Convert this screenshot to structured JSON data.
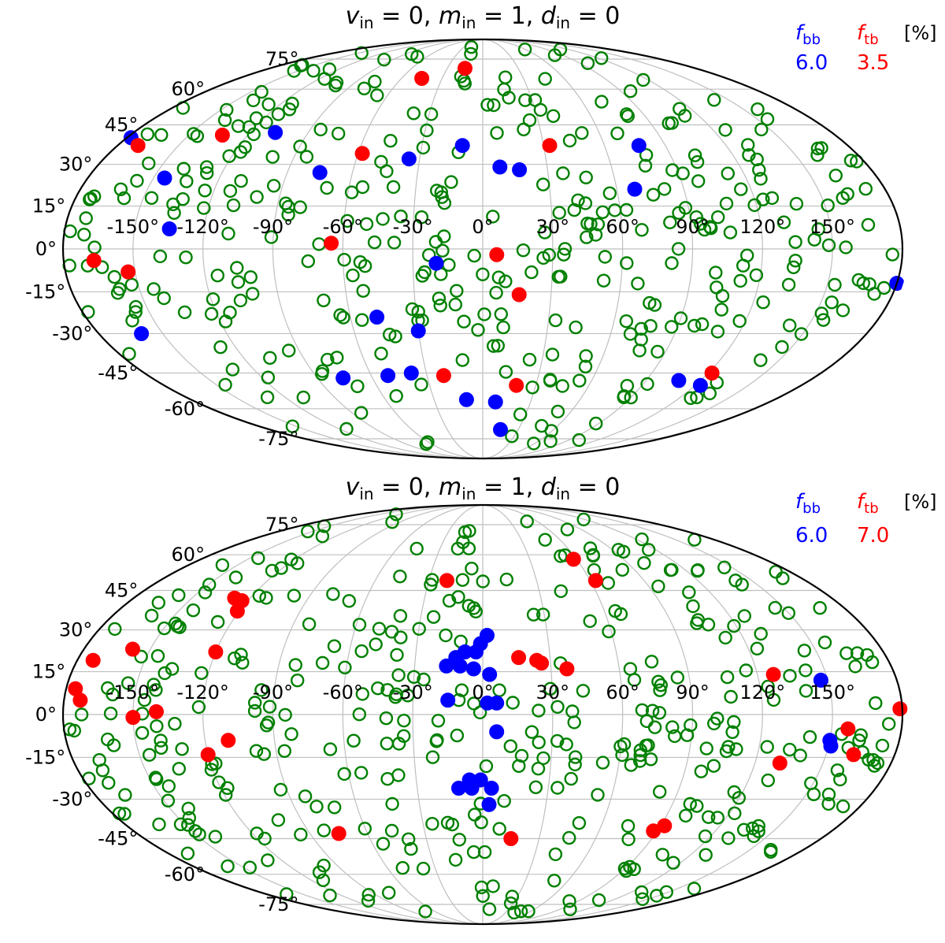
{
  "chart_data": [
    {
      "type": "scatter",
      "projection": "mollweide",
      "title": "v_in = 0, m_in = 1, d_in = 0",
      "title_parts": {
        "v": "v",
        "m": "m",
        "d": "d",
        "sub": "in",
        "v_val": " = 0, ",
        "m_val": " = 1, ",
        "d_val": " = 0"
      },
      "xlabel": "",
      "ylabel": "",
      "lon_ticks": [
        "-150°",
        "-120°",
        "-90°",
        "-60°",
        "-30°",
        "0°",
        "30°",
        "60°",
        "90°",
        "120°",
        "150°"
      ],
      "lat_ticks": [
        "75°",
        "60°",
        "45°",
        "30°",
        "15°",
        "0°",
        "-15°",
        "-30°",
        "-45°",
        "-60°",
        "-75°"
      ],
      "lon_tick_values": [
        -150,
        -120,
        -90,
        -60,
        -30,
        0,
        30,
        60,
        90,
        120,
        150
      ],
      "lat_tick_values": [
        75,
        60,
        45,
        30,
        15,
        0,
        -15,
        -30,
        -45,
        -60,
        -75
      ],
      "xlim": [
        -180,
        180
      ],
      "ylim": [
        -90,
        90
      ],
      "grid": true,
      "legend": {
        "labels": {
          "fbb_sym": "f",
          "fbb_sub": "bb",
          "ftb_sym": "f",
          "ftb_sub": "tb",
          "unit": "[%]"
        },
        "fbb_value": "6.0",
        "ftb_value": "3.5",
        "placement": "top-right"
      },
      "colors": {
        "bb": "#0000ff",
        "tb": "#ff0000",
        "other": "#008000",
        "grid": "#bfbfbf"
      },
      "series": [
        {
          "name": "bb",
          "marker": "filled",
          "points": [
            [
              -178,
              40
            ],
            [
              -145,
              25
            ],
            [
              -135,
              7
            ],
            [
              -160,
              -30
            ],
            [
              -107,
              42
            ],
            [
              -75,
              27
            ],
            [
              -35,
              32
            ],
            [
              -10,
              37
            ],
            [
              8,
              29
            ],
            [
              17,
              28
            ],
            [
              77,
              37
            ],
            [
              68,
              21
            ],
            [
              180,
              -12
            ],
            [
              -20,
              -5
            ],
            [
              -48,
              -24
            ],
            [
              -30,
              -29
            ],
            [
              -76,
              -47
            ],
            [
              -51,
              -46
            ],
            [
              -38,
              -45
            ],
            [
              -10,
              -56
            ],
            [
              8,
              -57
            ],
            [
              15,
              -70
            ],
            [
              108,
              -48
            ],
            [
              123,
              -50
            ]
          ]
        },
        {
          "name": "tb",
          "marker": "filled",
          "points": [
            [
              -170,
              37
            ],
            [
              -133,
              41
            ],
            [
              -45,
              65
            ],
            [
              -58,
              34
            ],
            [
              33,
              37
            ],
            [
              -15,
              70
            ],
            [
              -65,
              2
            ],
            [
              -167,
              -4
            ],
            [
              -153,
              -8
            ],
            [
              6,
              -2
            ],
            [
              16,
              -16
            ],
            [
              -21,
              -46
            ],
            [
              19,
              -50
            ],
            [
              122,
              -45
            ]
          ]
        },
        {
          "name": "other",
          "marker": "open",
          "count": 380
        }
      ]
    },
    {
      "type": "scatter",
      "projection": "mollweide",
      "title": "v_in = 0, m_in = 1, d_in = 0",
      "title_parts": {
        "v": "v",
        "m": "m",
        "d": "d",
        "sub": "in",
        "v_val": " = 0, ",
        "m_val": " = 1, ",
        "d_val": " = 0"
      },
      "xlabel": "",
      "ylabel": "",
      "lon_ticks": [
        "-150°",
        "-120°",
        "-90°",
        "-60°",
        "-30°",
        "0°",
        "30°",
        "60°",
        "90°",
        "120°",
        "150°"
      ],
      "lat_ticks": [
        "75°",
        "60°",
        "45°",
        "30°",
        "15°",
        "0°",
        "-15°",
        "-30°",
        "-45°",
        "-60°",
        "-75°"
      ],
      "lon_tick_values": [
        -150,
        -120,
        -90,
        -60,
        -30,
        0,
        30,
        60,
        90,
        120,
        150
      ],
      "lat_tick_values": [
        75,
        60,
        45,
        30,
        15,
        0,
        -15,
        -30,
        -45,
        -60,
        -75
      ],
      "xlim": [
        -180,
        180
      ],
      "ylim": [
        -90,
        90
      ],
      "grid": true,
      "legend": {
        "labels": {
          "fbb_sym": "f",
          "fbb_sub": "bb",
          "ftb_sym": "f",
          "ftb_sub": "tb",
          "unit": "[%]"
        },
        "fbb_value": "6.0",
        "ftb_value": "7.0",
        "placement": "top-right"
      },
      "colors": {
        "bb": "#0000ff",
        "tb": "#ff0000",
        "other": "#008000",
        "grid": "#bfbfbf"
      },
      "series": [
        {
          "name": "bb",
          "marker": "filled",
          "points": [
            [
              2,
              28
            ],
            [
              -12,
              20
            ],
            [
              -8,
              22
            ],
            [
              -3,
              22
            ],
            [
              -1,
              25
            ],
            [
              -10,
              17
            ],
            [
              -16,
              17
            ],
            [
              -4,
              16
            ],
            [
              3,
              14
            ],
            [
              -15,
              5
            ],
            [
              2,
              4
            ],
            [
              6,
              4
            ],
            [
              6,
              -6
            ],
            [
              -6,
              -23
            ],
            [
              -1,
              -23
            ],
            [
              -5,
              -26
            ],
            [
              -11,
              -26
            ],
            [
              4,
              -26
            ],
            [
              3,
              -32
            ],
            [
              147,
              12
            ],
            [
              150,
              -9
            ],
            [
              151,
              -11
            ]
          ]
        },
        {
          "name": "tb",
          "marker": "filled",
          "points": [
            [
              -128,
              42
            ],
            [
              -123,
              41
            ],
            [
              -121,
              37
            ],
            [
              -173,
              19
            ],
            [
              -158,
              23
            ],
            [
              -120,
              22
            ],
            [
              -176,
              9
            ],
            [
              -173,
              5
            ],
            [
              -140,
              1
            ],
            [
              -150,
              -1
            ],
            [
              -110,
              -9
            ],
            [
              -120,
              -14
            ],
            [
              -20,
              49
            ],
            [
              16,
              20
            ],
            [
              24,
              19
            ],
            [
              26,
              18
            ],
            [
              37,
              16
            ],
            [
              58,
              58
            ],
            [
              63,
              49
            ],
            [
              127,
              14
            ],
            [
              131,
              -17
            ],
            [
              157,
              -5
            ],
            [
              162,
              -14
            ],
            [
              179,
              2
            ],
            [
              -75,
              -43
            ],
            [
              88,
              -42
            ],
            [
              92,
              -40
            ],
            [
              15,
              -45
            ]
          ]
        },
        {
          "name": "other",
          "marker": "open",
          "count": 400
        }
      ]
    }
  ]
}
